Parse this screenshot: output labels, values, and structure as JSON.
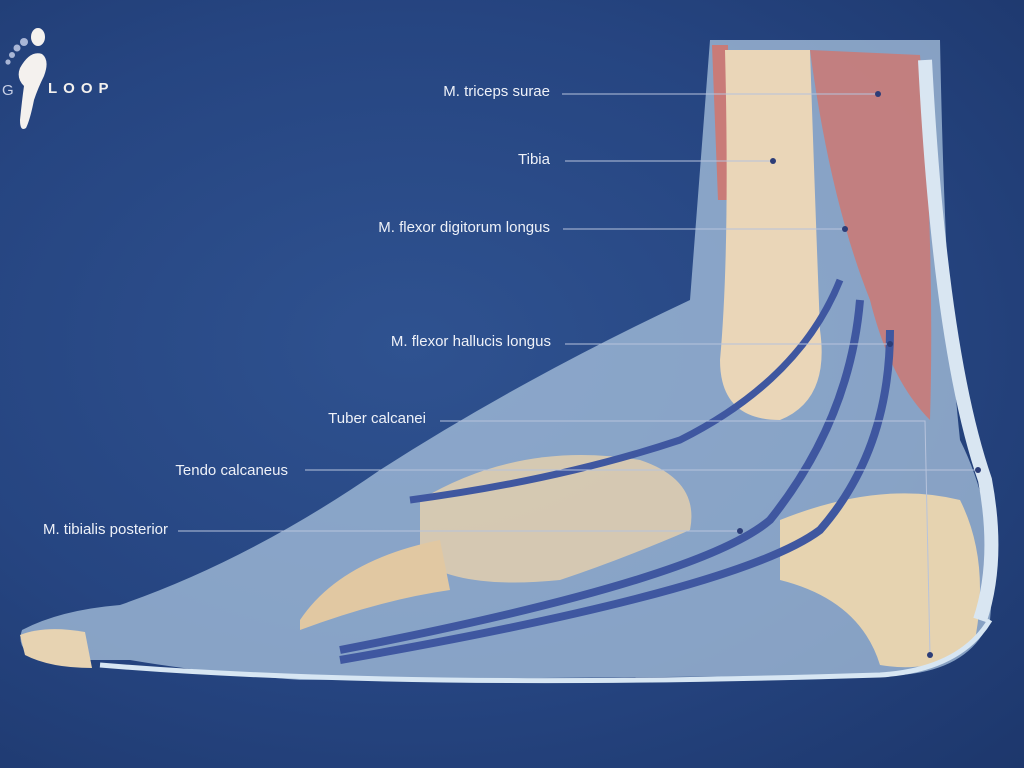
{
  "logo": {
    "letter": "G",
    "word": "LOOP"
  },
  "labels": [
    {
      "text": "M. triceps surae"
    },
    {
      "text": "Tibia"
    },
    {
      "text": "M. flexor digitorum longus"
    },
    {
      "text": "M. flexor hallucis longus"
    },
    {
      "text": "Tuber calcanei"
    },
    {
      "text": "Tendo calcaneus"
    },
    {
      "text": "M. tibialis posterior"
    }
  ]
}
